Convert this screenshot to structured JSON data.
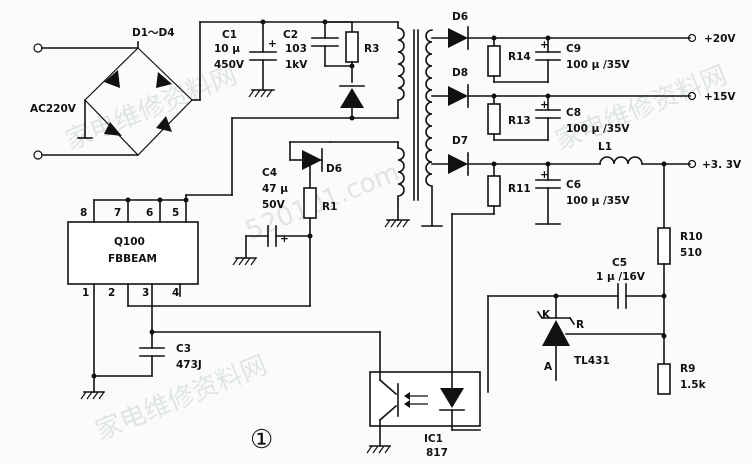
{
  "labels": {
    "d1d4": "D1～D4",
    "ac": "AC220V",
    "c1_name": "C1",
    "c1_val1": "10 μ",
    "c1_val2": "450V",
    "c2_name": "C2",
    "c2_val1": "103",
    "c2_val2": "1kV",
    "r3": "R3",
    "d6a": "D6",
    "d8": "D8",
    "d7": "D7",
    "d6b": "D6",
    "r14": "R14",
    "c9_name": "C9",
    "c9_val": "100 μ /35V",
    "r13": "R13",
    "c8_name": "C8",
    "c8_val": "100 μ /35V",
    "r11": "R11",
    "c6_name": "C6",
    "c6_val": "100 μ /35V",
    "l1": "L1",
    "out20": "+20V",
    "out15": "+15V",
    "out33": "+3. 3V",
    "c4_name": "C4",
    "c4_val1": "47 μ",
    "c4_val2": "50V",
    "r1": "R1",
    "ic_name": "Q100",
    "ic_part": "FBBEAM",
    "pin8": "8",
    "pin7": "7",
    "pin6": "6",
    "pin5": "5",
    "pin1": "1",
    "pin2": "2",
    "pin3": "3",
    "pin4": "4",
    "c3_name": "C3",
    "c3_val": "473J",
    "ic1_name": "IC1",
    "ic1_part": "817",
    "c5_name": "C5",
    "c5_val": "1 μ /16V",
    "r10_name": "R10",
    "r10_val": "510",
    "r9_name": "R9",
    "r9_val": "1.5k",
    "k": "K",
    "r": "R",
    "a": "A",
    "tl431": "TL431",
    "figure_num": "①",
    "watermark1": "家电维修资料网",
    "watermark2": "家电维修资料网",
    "watermark3": "520101.com"
  }
}
